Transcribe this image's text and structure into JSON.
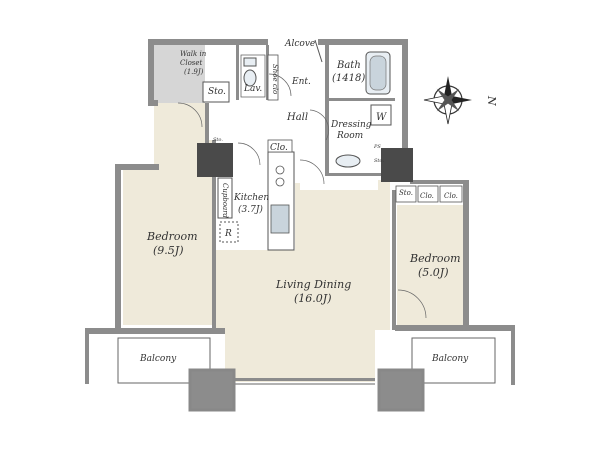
{
  "rooms": {
    "alcove": "Alcove",
    "walk_in_closet": [
      "Walk in",
      "Closet",
      "(1.9J)"
    ],
    "storage_1": "Sto.",
    "lavatory": "Lav.",
    "shoe_closet": "Shoe clo",
    "entrance": "Ent.",
    "bath": "Bath",
    "bath_size": "(1418)",
    "hall": "Hall",
    "dressing_room": [
      "Dressing",
      "Room"
    ],
    "washer": "W",
    "closet_hall": "Clo.",
    "cupboard": "Cupboard",
    "kitchen": "Kitchen",
    "kitchen_size": "(3.7J)",
    "refrigerator": "R",
    "bedroom_left": "Bedroom",
    "bedroom_left_size": "(9.5J)",
    "living_dining": "Living Dining",
    "living_dining_size": "(16.0J)",
    "storage_2": "Sto.",
    "closet_right_1": "Clo.",
    "closet_right_2": "Clo.",
    "bedroom_right": "Bedroom",
    "bedroom_right_size": "(5.0J)",
    "balcony_left": "Balcony",
    "balcony_right": "Balcony",
    "small_tag_1": "Sto.",
    "small_tag_2": "PS",
    "small_tag_3": "Sto."
  },
  "compass": {
    "north_label": "N"
  },
  "colors": {
    "floor": "#efeada",
    "wall": "#8c8c8c",
    "column": "#4a4a4a"
  }
}
